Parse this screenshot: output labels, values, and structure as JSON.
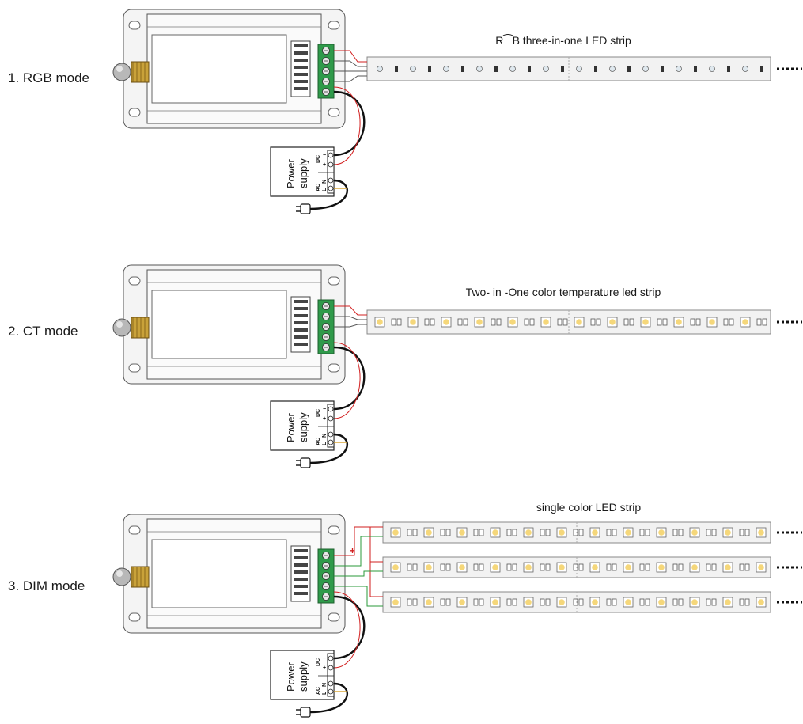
{
  "diagram": {
    "sections": [
      {
        "mode_label": "1. RGB mode",
        "strip_title": "R⁀B three-in-one LED strip",
        "strip_type": "rgb",
        "strip_count": 1
      },
      {
        "mode_label": "2. CT mode",
        "strip_title": "Two- in -One color temperature led strip",
        "strip_type": "ct",
        "strip_count": 1
      },
      {
        "mode_label": "3. DIM mode",
        "strip_title": "single color LED strip",
        "strip_type": "single",
        "strip_count": 3
      }
    ],
    "power_supply": {
      "line1": "Power",
      "line2": "supply",
      "dc_label": "DC",
      "ac_label": "AC",
      "l_label": "L",
      "n_label": "N",
      "minus": "−",
      "plus": "+"
    },
    "dim_plus_marker": "+",
    "colors": {
      "controller_fill": "#f4f4f4",
      "controller_stroke": "#555555",
      "terminal_green": "#2f9a4a",
      "strip_fill": "#f2f2f2",
      "led_yellow": "#f5d77a",
      "wire_red": "#d21f1f",
      "wire_black": "#111111",
      "wire_green": "#2a9a3a",
      "antenna_gold": "#c9a23a"
    },
    "icons": [
      "antenna-connector-icon",
      "plug-icon",
      "screw-terminal-icon"
    ]
  }
}
